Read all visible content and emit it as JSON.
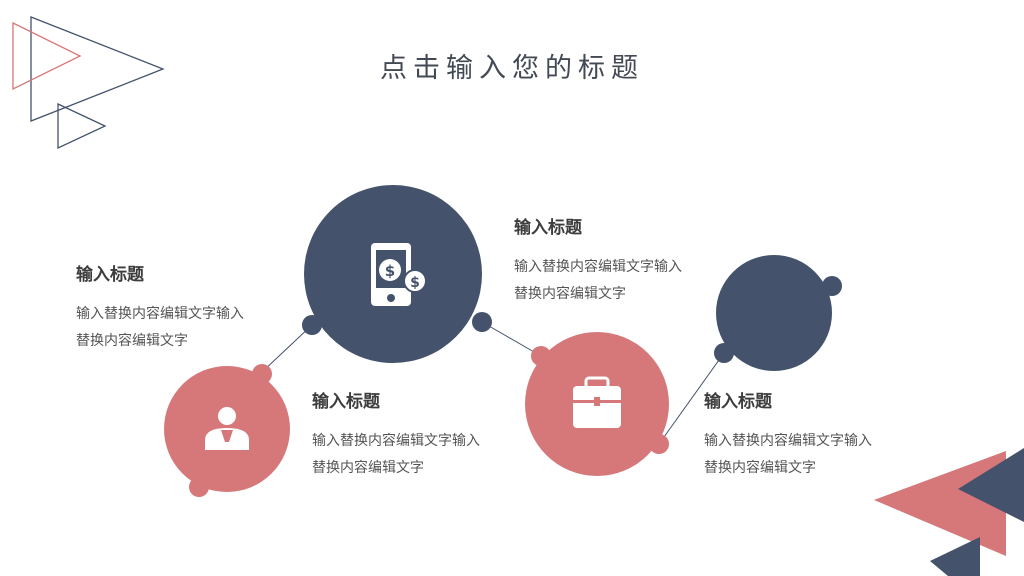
{
  "slide": {
    "title": "点击输入您的标题",
    "colors": {
      "navy": "#44526b",
      "coral": "#d6787a",
      "text": "#3d3d3d"
    },
    "blocks": [
      {
        "title": "输入标题",
        "line1": "输入替换内容编辑文字输入",
        "line2": "替换内容编辑文字"
      },
      {
        "title": "输入标题",
        "line1": "输入替换内容编辑文字输入",
        "line2": "替换内容编辑文字"
      },
      {
        "title": "输入标题",
        "line1": "输入替换内容编辑文字输入",
        "line2": "替换内容编辑文字"
      },
      {
        "title": "输入标题",
        "line1": "输入替换内容编辑文字输入",
        "line2": "替换内容编辑文字"
      }
    ],
    "icons": [
      "user-icon",
      "mobile-money-icon",
      "briefcase-icon"
    ]
  }
}
